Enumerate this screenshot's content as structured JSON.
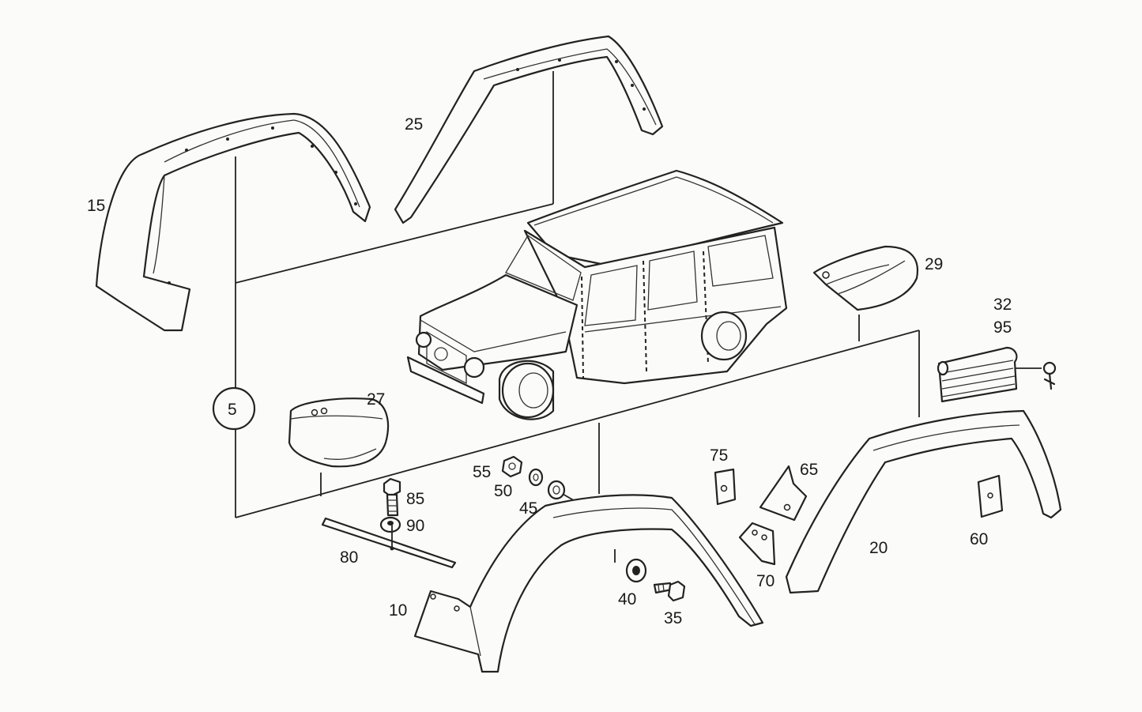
{
  "callouts": {
    "c15": "15",
    "c25": "25",
    "c29": "29",
    "c32": "32",
    "c95": "95",
    "c5": "5",
    "c27": "27",
    "c75": "75",
    "c65": "65",
    "c55": "55",
    "c50": "50",
    "c45": "45",
    "c85": "85",
    "c90": "90",
    "c80": "80",
    "c60": "60",
    "c20": "20",
    "c70": "70",
    "c40": "40",
    "c35": "35",
    "c10": "10"
  },
  "colors": {
    "line": "#222222",
    "paper": "#fbfbf9"
  }
}
